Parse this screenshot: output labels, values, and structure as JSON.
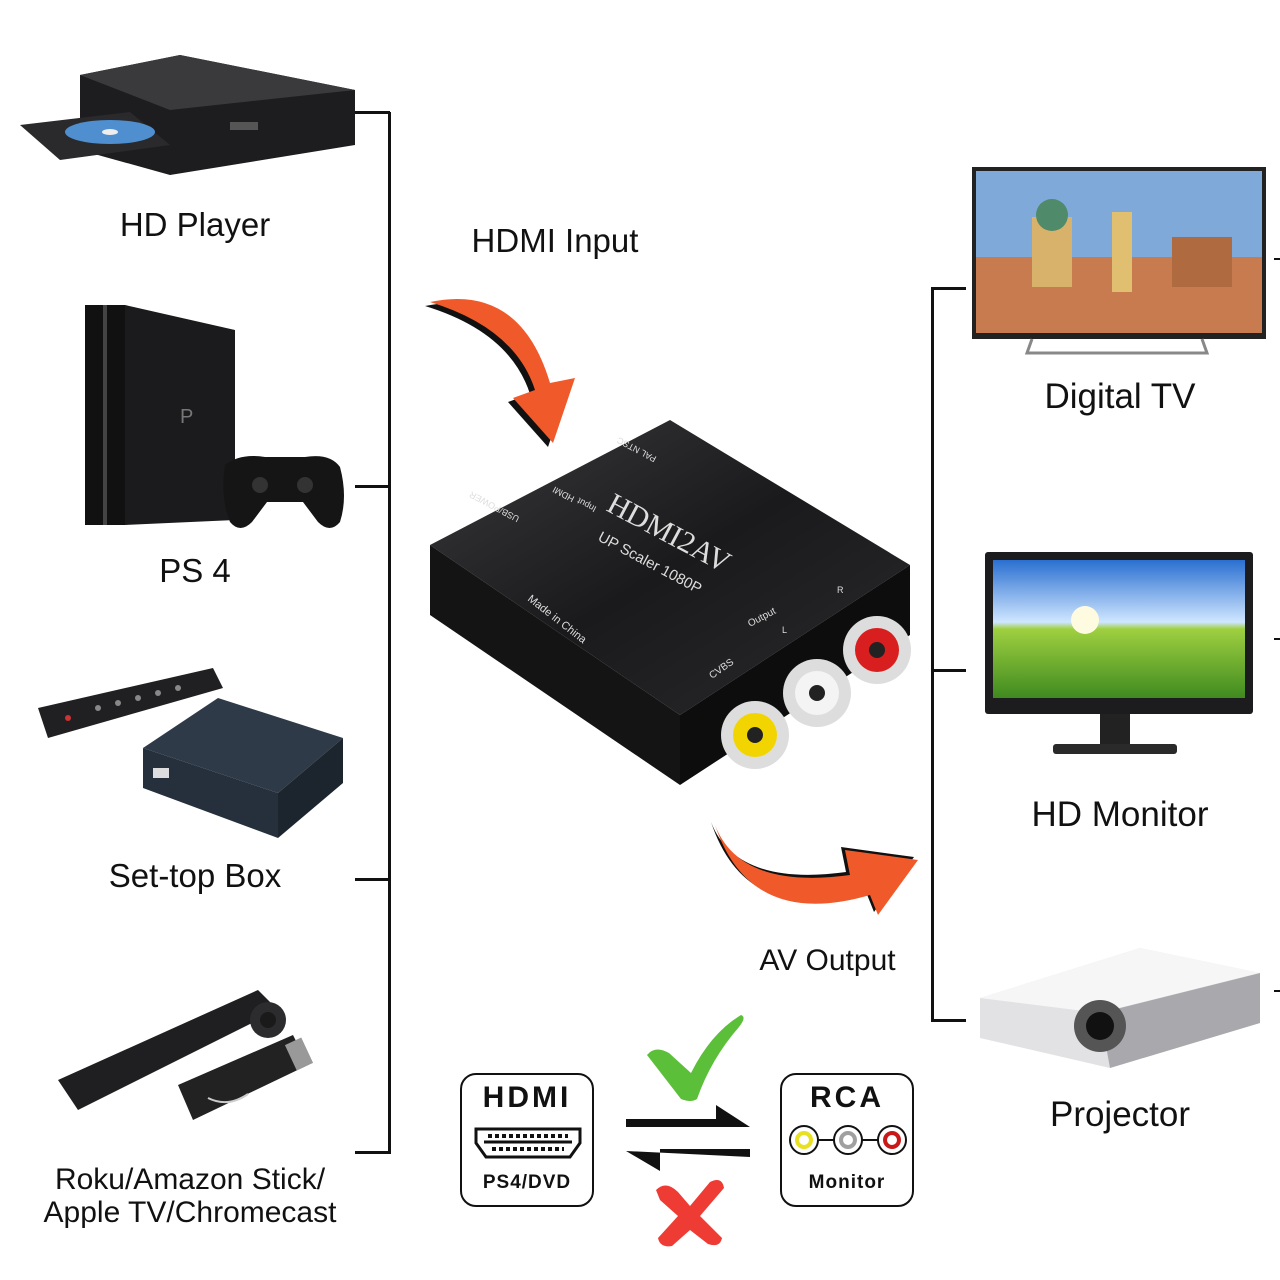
{
  "sources": [
    {
      "label": "HD Player",
      "icon": "blu-ray-player"
    },
    {
      "label": "PS 4",
      "icon": "game-console"
    },
    {
      "label": "Set-top Box",
      "icon": "set-top-box"
    },
    {
      "label": "Roku/Amazon Stick/",
      "label2": "Apple TV/Chromecast",
      "icon": "streaming-stick"
    }
  ],
  "outputs": [
    {
      "label": "Digital TV",
      "icon": "television"
    },
    {
      "label": "HD Monitor",
      "icon": "monitor"
    },
    {
      "label": "Projector",
      "icon": "projector"
    }
  ],
  "flow": {
    "input_label": "HDMI Input",
    "output_label": "AV Output",
    "arrow_color": "#f05a2a"
  },
  "device": {
    "name": "HDMI2AV",
    "subtitle": "UP Scaler 1080P",
    "made_in": "Made in China",
    "usb_power": "USB/POWER",
    "hdmi": "HDMI",
    "input": "Input",
    "pal_ntsc": "PAL NTSC",
    "output": "Output",
    "cvbs": "CVBS",
    "l": "L",
    "r": "R",
    "jack_colors": [
      "#f2d500",
      "#e6e6e6",
      "#d81e1e"
    ]
  },
  "direction": {
    "hdmi_title": "HDMI",
    "hdmi_sub": "PS4/DVD",
    "rca_title": "RCA",
    "rca_sub": "Monitor",
    "allowed_color": "#5cbf3a",
    "denied_color": "#ee3b34",
    "rca_colors": [
      "#e8e020",
      "#a0a0a0",
      "#c81818"
    ]
  }
}
